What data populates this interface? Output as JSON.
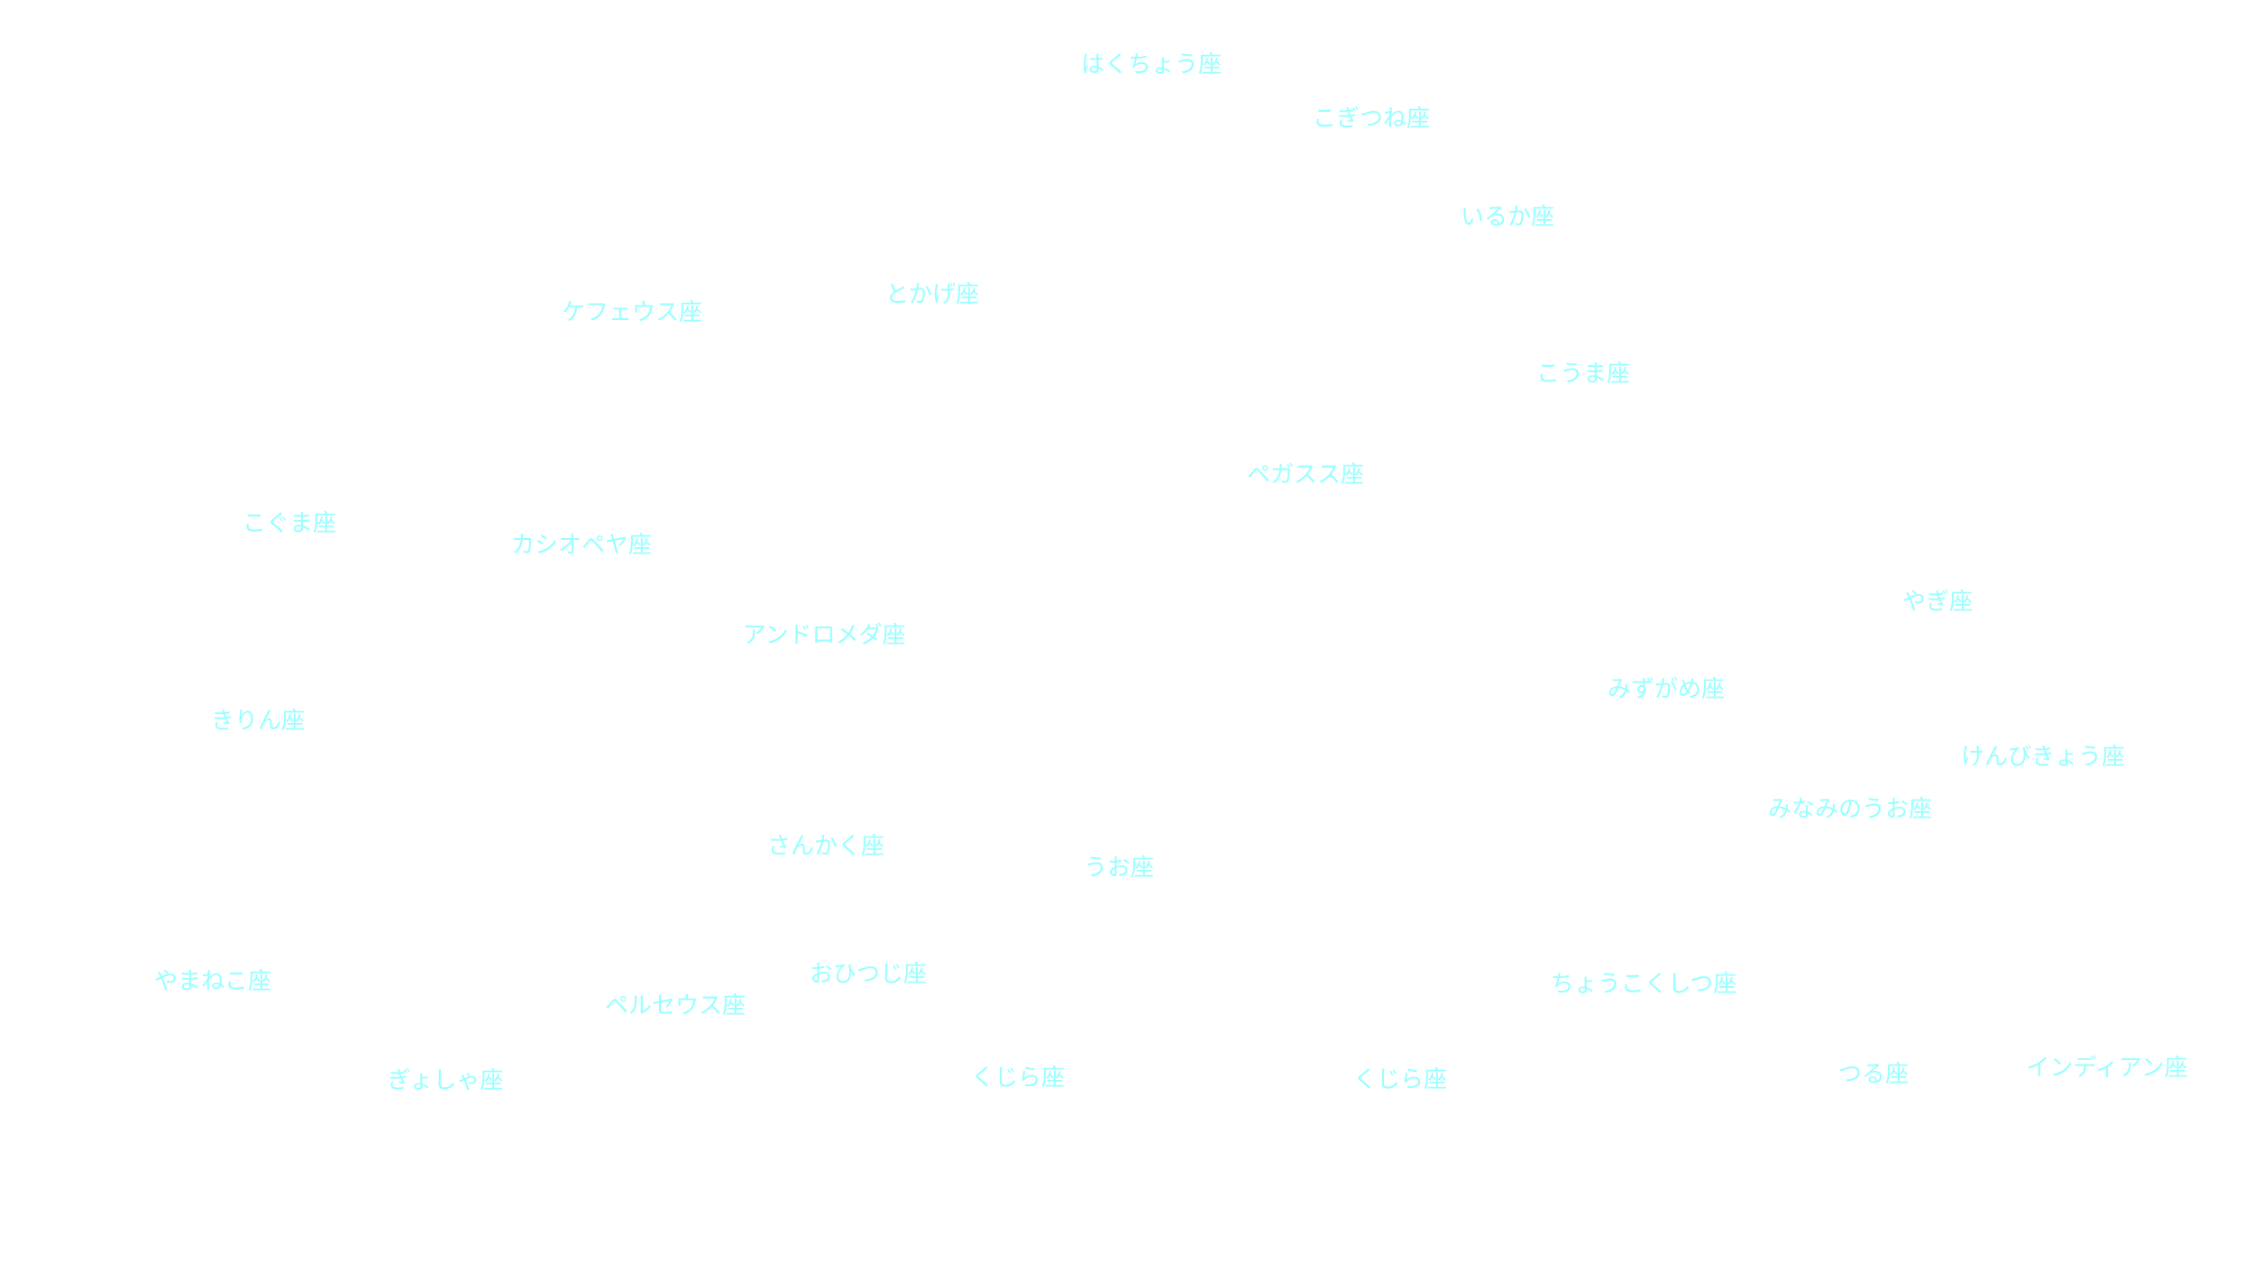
{
  "colors": {
    "background": "#ffffff",
    "label": "#99ffff"
  },
  "constellations": [
    "はくちょう座",
    "こぎつね座",
    "いるか座",
    "とかげ座",
    "ケフェウス座",
    "こうま座",
    "ペガスス座",
    "こぐま座",
    "カシオペヤ座",
    "やぎ座",
    "アンドロメダ座",
    "みずがめ座",
    "きりん座",
    "けんびきょう座",
    "みなみのうお座",
    "さんかく座",
    "うお座",
    "おひつじ座",
    "やまねこ座",
    "ちょうこくしつ座",
    "ペルセウス座",
    "インディアン座",
    "つる座",
    "ぎょしゃ座",
    "くじら座",
    "くじら座"
  ]
}
